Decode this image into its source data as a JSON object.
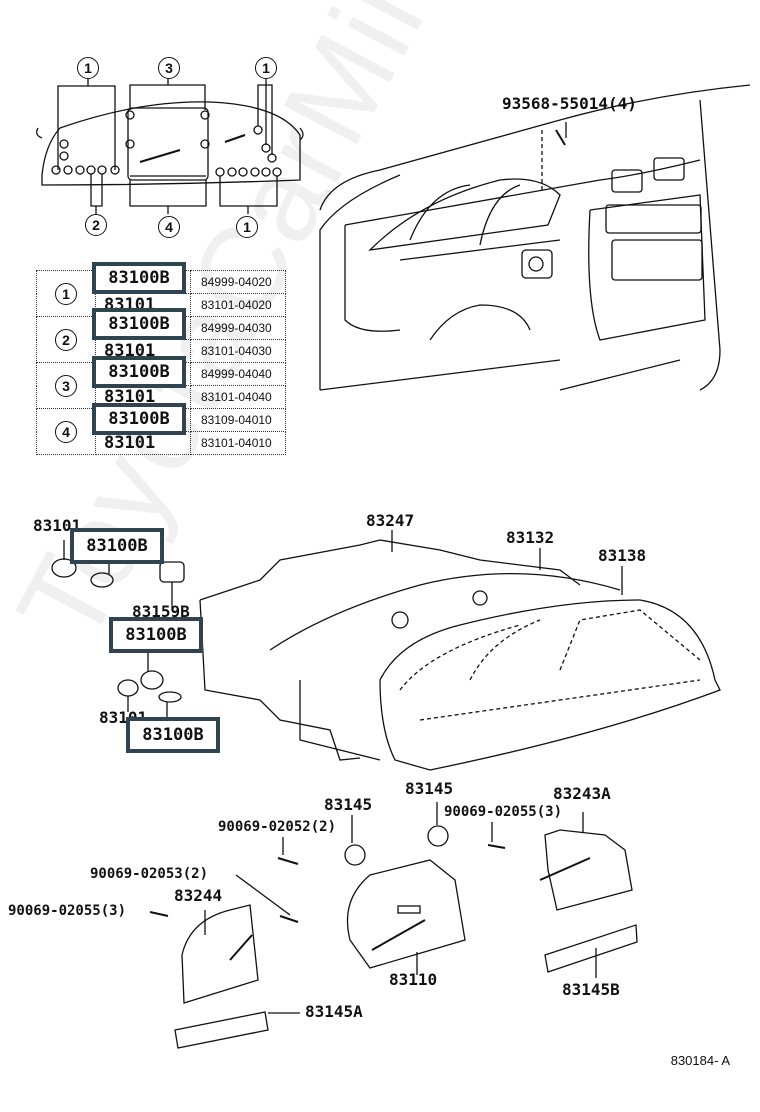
{
  "diagram": {
    "watermark": "ToyotaCarMine.ru",
    "figure_code": "830184- A",
    "highlight_color": "#2f4450",
    "index_diagram": {
      "callouts": [
        "1",
        "3",
        "1",
        "2",
        "4",
        "1"
      ]
    },
    "table": {
      "rows": [
        {
          "index": "1",
          "parts": [
            {
              "ref": "83100B",
              "number": "84999-04020",
              "highlighted": true
            },
            {
              "ref": "83101",
              "number": "83101-04020",
              "highlighted": false
            }
          ]
        },
        {
          "index": "2",
          "parts": [
            {
              "ref": "83100B",
              "number": "84999-04030",
              "highlighted": true
            },
            {
              "ref": "83101",
              "number": "83101-04030",
              "highlighted": false
            }
          ]
        },
        {
          "index": "3",
          "parts": [
            {
              "ref": "83100B",
              "number": "84999-04040",
              "highlighted": true
            },
            {
              "ref": "83101",
              "number": "83101-04040",
              "highlighted": false
            }
          ]
        },
        {
          "index": "4",
          "parts": [
            {
              "ref": "83100B",
              "number": "83109-04010",
              "highlighted": true
            },
            {
              "ref": "83101",
              "number": "83101-04010",
              "highlighted": false
            }
          ]
        }
      ]
    },
    "labels": {
      "screw_dash": "93568-55014(4)",
      "socket_top": "83101",
      "bulb_top": "83100B",
      "socket_159": "83159B",
      "bulb_mid": "83100B",
      "socket_bottom": "83101",
      "bulb_bottom": "83100B",
      "case": "83247",
      "glass": "83132",
      "cover": "83138",
      "knob_left": "83145",
      "knob_right": "83145",
      "screw_02052": "90069-02052(2)",
      "screw_02055_right": "90069-02055(3)",
      "gauge_right": "83243A",
      "screw_02053": "90069-02053(2)",
      "gauge_left": "83244",
      "screw_02055_left": "90069-02055(3)",
      "speedometer": "83110",
      "plate_left": "83145A",
      "plate_right": "83145B"
    }
  }
}
